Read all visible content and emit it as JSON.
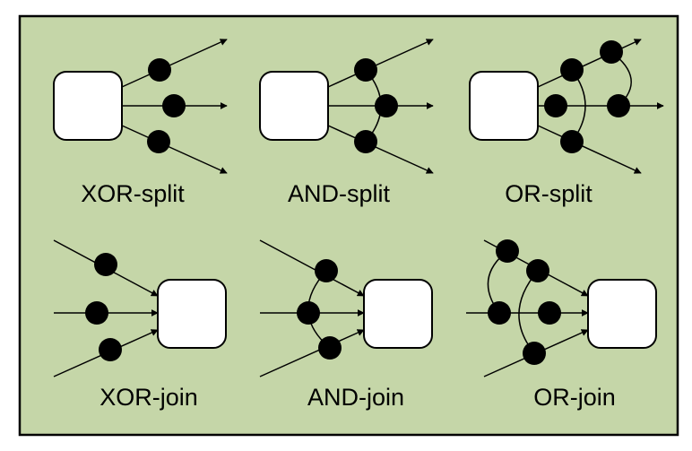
{
  "colors": {
    "background": "#c5d6a8",
    "border": "#000000",
    "node": "#000000",
    "box_fill": "#ffffff"
  },
  "labels": {
    "xor_split": "XOR-split",
    "and_split": "AND-split",
    "or_split": "OR-split",
    "xor_join": "XOR-join",
    "and_join": "AND-join",
    "or_join": "OR-join"
  }
}
